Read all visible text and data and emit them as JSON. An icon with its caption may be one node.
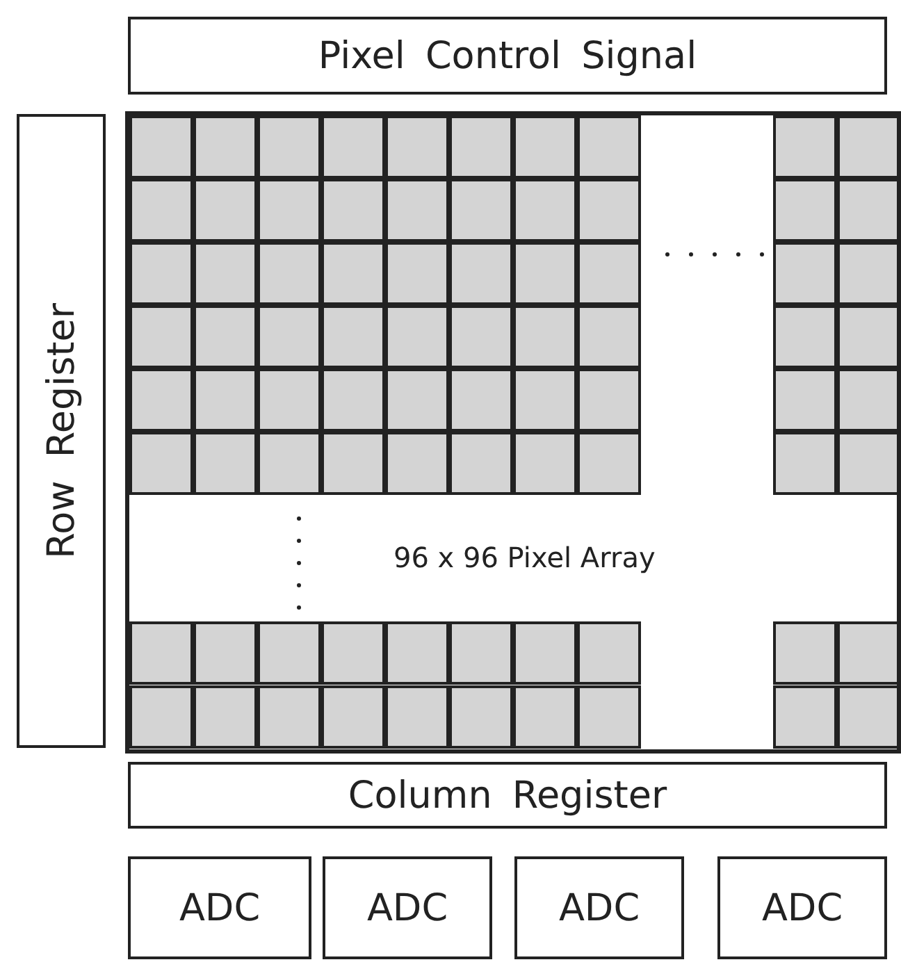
{
  "diagram": {
    "nodes": [
      {
        "text": [
          "Pixel Control Signal"
        ]
      },
      {
        "text": [
          "Row Register"
        ]
      },
      {
        "text": [
          "96 x 96 Pixel Array"
        ]
      },
      {
        "text": [
          "Column Register"
        ]
      },
      {
        "text": [
          "ADC"
        ]
      },
      {
        "text": [
          "ADC"
        ]
      },
      {
        "text": [
          "ADC"
        ]
      },
      {
        "text": [
          "ADC"
        ]
      }
    ],
    "edges": []
  }
}
